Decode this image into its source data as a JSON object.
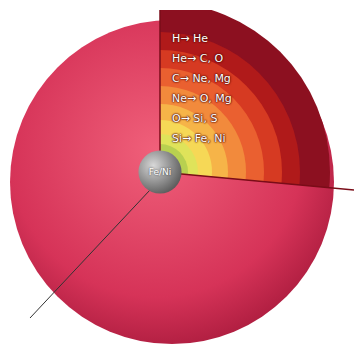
{
  "diagram": {
    "nodes": [
      {
        "text": [
          "Fe/Ni"
        ]
      }
    ],
    "labels": [
      "H→ He",
      "He→ C, O",
      "C→ Ne, Mg",
      "Ne→ O, Mg",
      "O→ Si, S",
      "Si→ Fe, Ni"
    ]
  }
}
